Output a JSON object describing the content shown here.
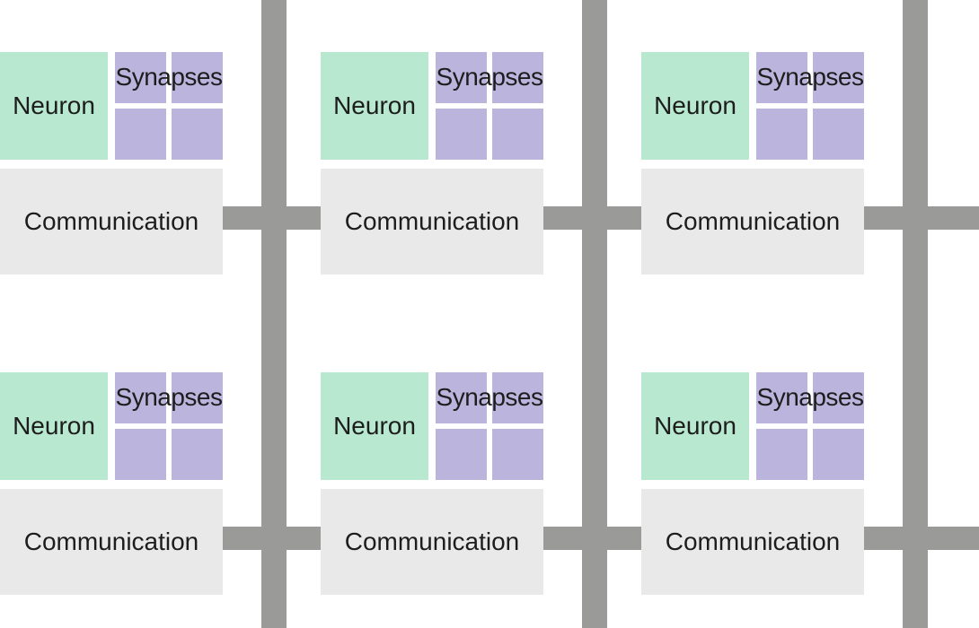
{
  "diagram": {
    "tiles": [
      {
        "neuron": "Neuron",
        "synapses": "Synapses",
        "communication": "Communication"
      },
      {
        "neuron": "Neuron",
        "synapses": "Synapses",
        "communication": "Communication"
      },
      {
        "neuron": "Neuron",
        "synapses": "Synapses",
        "communication": "Communication"
      },
      {
        "neuron": "Neuron",
        "synapses": "Synapses",
        "communication": "Communication"
      },
      {
        "neuron": "Neuron",
        "synapses": "Synapses",
        "communication": "Communication"
      },
      {
        "neuron": "Neuron",
        "synapses": "Synapses",
        "communication": "Communication"
      }
    ]
  },
  "colors": {
    "neuron": "#b8e8cf",
    "synapse": "#bbb4dd",
    "communication": "#e9e9e9",
    "bus": "#9a9a99"
  }
}
